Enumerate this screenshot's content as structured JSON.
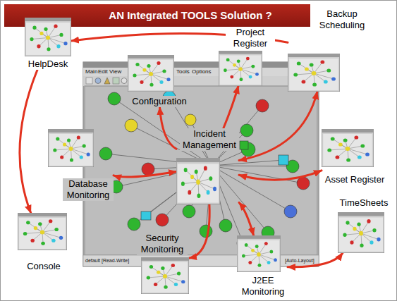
{
  "diagram": {
    "title": "AN Integrated TOOLS Solution ?",
    "nodes": [
      {
        "text": [
          "HelpDesk"
        ]
      },
      {
        "text": [
          "Configuration"
        ]
      },
      {
        "text": [
          "Project Register"
        ]
      },
      {
        "text": [
          "Backup Scheduling"
        ]
      },
      {
        "text": [
          "Incident Management"
        ]
      },
      {
        "text": [
          "Database Monitoring"
        ]
      },
      {
        "text": [
          "Asset Register"
        ]
      },
      {
        "text": [
          "TimeSheets"
        ]
      },
      {
        "text": [
          "Console"
        ]
      },
      {
        "text": [
          "Security Monitoring"
        ]
      },
      {
        "text": [
          "J2EE Monitoring"
        ]
      }
    ],
    "edges": [
      {
        "from": 3,
        "to": 0,
        "arrow": "to"
      },
      {
        "from": 0,
        "to": 8,
        "arrow": "to"
      },
      {
        "from": 4,
        "to": 1,
        "arrow": "to"
      },
      {
        "from": 4,
        "to": 2,
        "arrow": "to"
      },
      {
        "from": 4,
        "to": 3,
        "arrow": "both"
      },
      {
        "from": 4,
        "to": 6,
        "arrow": "both"
      },
      {
        "from": 4,
        "to": 5,
        "arrow": "both"
      },
      {
        "from": 4,
        "to": 9,
        "arrow": "to"
      },
      {
        "from": 4,
        "to": 10,
        "arrow": "both"
      },
      {
        "from": 10,
        "to": 7,
        "arrow": "both"
      }
    ],
    "labels": [
      "Main",
      "Edit",
      "View",
      "Tools",
      "Options",
      "default [Read-Write]",
      "[Auto-Layout]"
    ]
  }
}
